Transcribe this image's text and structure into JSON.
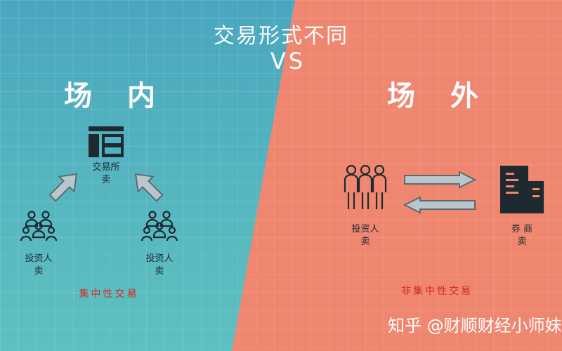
{
  "title": "交易形式不同",
  "vs": "VS",
  "left": {
    "heading": "场 内",
    "exchange_line1": "交易所",
    "exchange_line2": "卖",
    "investor_left_line1": "投资人",
    "investor_left_line2": "卖",
    "investor_right_line1": "投资人",
    "investor_right_line2": "卖",
    "caption": "集中性交易"
  },
  "right": {
    "heading": "场 外",
    "investor_line1": "投资人",
    "investor_line2": "卖",
    "broker_line1": "券 商",
    "broker_line2": "卖",
    "caption": "非集中性交易"
  },
  "watermark": "知乎 @财顺财经小师妹",
  "colors": {
    "left_bg": "#56b6c0",
    "right_bg": "#ef8670",
    "icon_dark": "#1e2a30",
    "caption_red": "#d42a1c"
  },
  "icons": [
    "exchange-icon",
    "investor-group-icon",
    "investor-trio-icon",
    "building-icon",
    "arrow-icon"
  ]
}
